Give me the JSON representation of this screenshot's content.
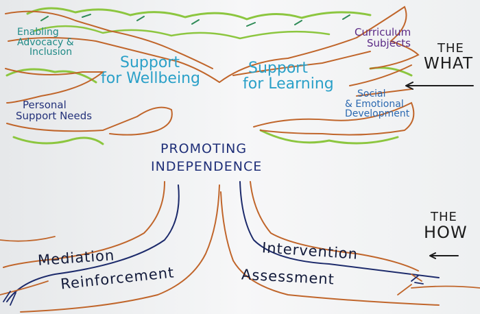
{
  "canopy_left": {
    "enabling": [
      "Enabling",
      "Advocacy &",
      "Inclusion"
    ],
    "wellbeing": [
      "Support",
      "for Wellbeing"
    ],
    "personal": [
      "Personal",
      "Support Needs"
    ]
  },
  "canopy_right": {
    "learning": [
      "Support",
      "for Learning"
    ],
    "curriculum": [
      "Curriculum",
      "Subjects"
    ],
    "social": [
      "Social",
      "& Emotional",
      "Development"
    ]
  },
  "trunk_label": [
    "PROMOTING",
    "INDEPENDENCE"
  ],
  "the_what": [
    "THE",
    "WHAT"
  ],
  "the_how": [
    "THE",
    "HOW"
  ],
  "roots": {
    "mediation": "Mediation",
    "reinforcement": "Reinforcement",
    "intervention": "Intervention",
    "assessment": "Assessment"
  },
  "colors": {
    "branch": "#c0652a",
    "leaf": "#8cc63f",
    "leaf_dark": "#2e8b57",
    "root_dark": "#1c2a6b"
  }
}
